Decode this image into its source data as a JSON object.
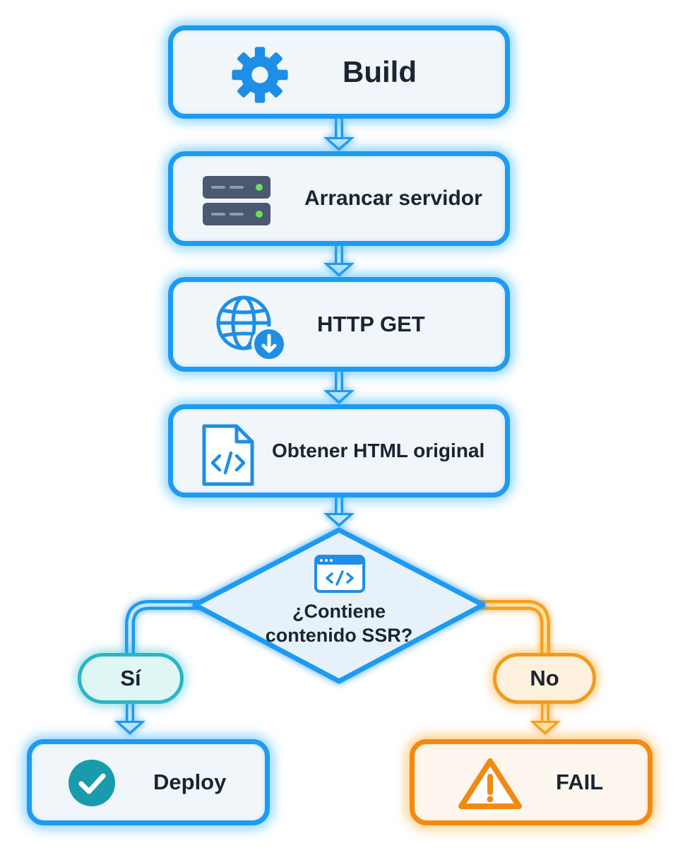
{
  "steps": [
    {
      "label": "Build",
      "icon": "gear-icon"
    },
    {
      "label": "Arrancar servidor",
      "icon": "server-icon"
    },
    {
      "label": "HTTP GET",
      "icon": "globe-download-icon"
    },
    {
      "label": "Obtener HTML original",
      "icon": "code-file-icon"
    }
  ],
  "decision": {
    "line1": "¿Contiene",
    "line2": "contenido SSR?",
    "icon": "code-window-icon"
  },
  "branches": {
    "yes": {
      "label": "Sí",
      "color": "#27b7c6"
    },
    "no": {
      "label": "No",
      "color": "#f39a1a"
    }
  },
  "outcomes": {
    "deploy": {
      "label": "Deploy",
      "icon": "check-circle-icon",
      "color": "#1a9bab"
    },
    "fail": {
      "label": "FAIL",
      "icon": "warning-icon",
      "color": "#f28a12"
    }
  },
  "colors": {
    "primary": "#1e9bf0",
    "glow": "#2ab0ff",
    "box_fill": "#f1f6fb",
    "text": "#1b2430"
  }
}
